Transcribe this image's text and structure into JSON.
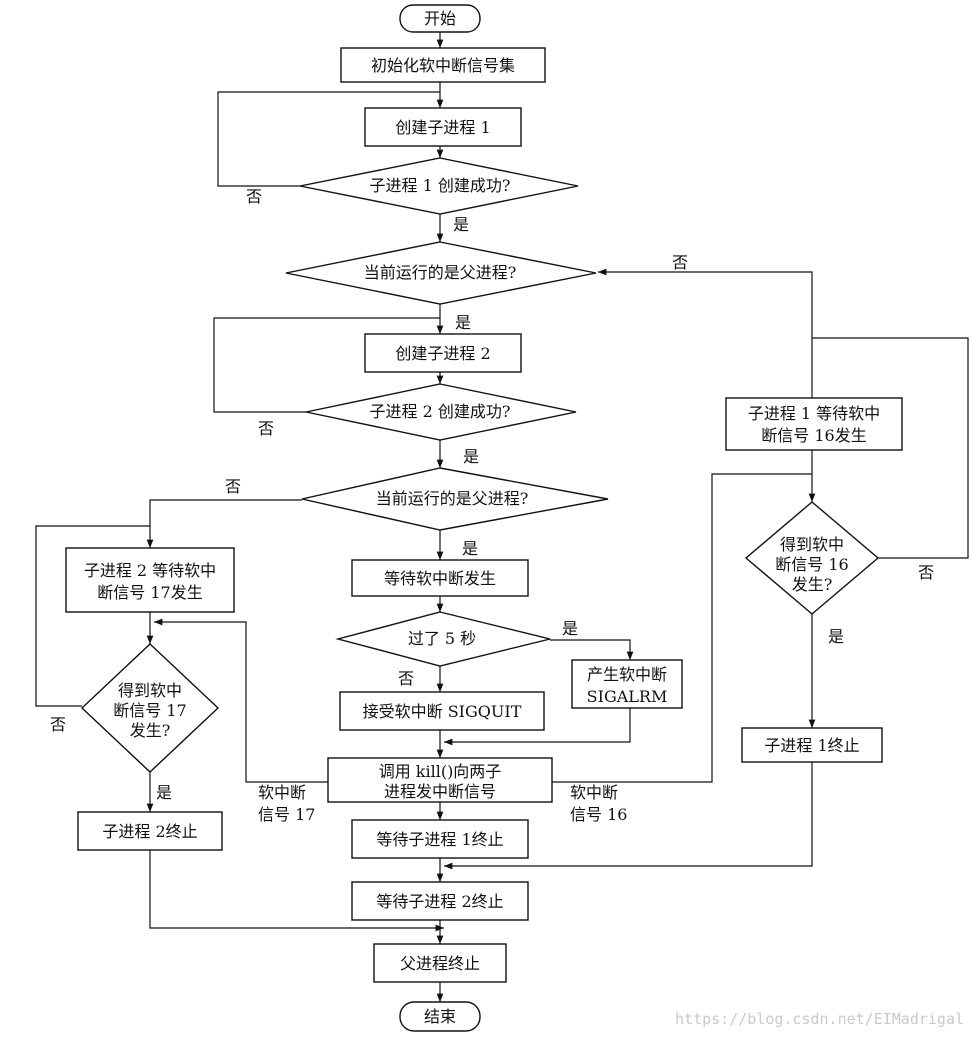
{
  "nodes": {
    "start": "开始",
    "init": "初始化软中断信号集",
    "create_c1": "创建子进程 1",
    "c1_ok": "子进程 1 创建成功?",
    "is_parent_1": "当前运行的是父进程?",
    "create_c2": "创建子进程 2",
    "c2_ok": "子进程 2 创建成功?",
    "is_parent_2": "当前运行的是父进程?",
    "wait_int": "等待软中断发生",
    "passed_5s": "过了 5 秒",
    "gen_int_l1": "产生软中断",
    "gen_int_l2": "SIGALRM",
    "recv_sigquit": "接受软中断 SIGQUIT",
    "call_kill_l1": "调用 kill()向两子",
    "call_kill_l2": "进程发中断信号",
    "wait_c1_end": "等待子进程 1终止",
    "wait_c2_end": "等待子进程 2终止",
    "parent_end": "父进程终止",
    "end": "结束",
    "c1_wait_l1": "子进程 1 等待软中",
    "c1_wait_l2": "断信号 16发生",
    "got16_l1": "得到软中",
    "got16_l2": "断信号 16",
    "got16_l3": "发生?",
    "c1_end": "子进程 1终止",
    "c2_wait_l1": "子进程 2 等待软中",
    "c2_wait_l2": "断信号 17发生",
    "got17_l1": "得到软中",
    "got17_l2": "断信号 17",
    "got17_l3": "发生?",
    "c2_end": "子进程 2终止"
  },
  "labels": {
    "yes": "是",
    "no": "否",
    "sig17_l1": "软中断",
    "sig17_l2": "信号 17",
    "sig16_l1": "软中断",
    "sig16_l2": "信号 16"
  },
  "watermark": "https://blog.csdn.net/EIMadrigal"
}
